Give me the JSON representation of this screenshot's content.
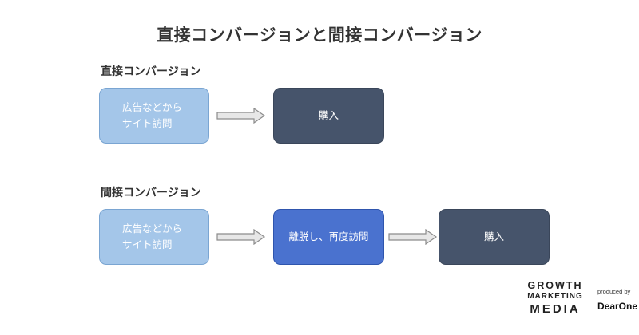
{
  "title": "直接コンバージョンと間接コンバージョン",
  "direct": {
    "label": "直接コンバージョン",
    "step1_line1": "広告などから",
    "step1_line2": "サイト訪問",
    "step2": "購入"
  },
  "indirect": {
    "label": "間接コンバージョン",
    "step1_line1": "広告などから",
    "step1_line2": "サイト訪問",
    "step2": "離脱し、再度訪問",
    "step3": "購入"
  },
  "logo": {
    "line1": "GROWTH",
    "line2": "MARKETING",
    "line3": "MEDIA",
    "produced_by": "produced by",
    "brand": "DearOne"
  },
  "colors": {
    "light_box": "#a4c6e9",
    "blue_box": "#4a72cf",
    "dark_box": "#46546b"
  }
}
